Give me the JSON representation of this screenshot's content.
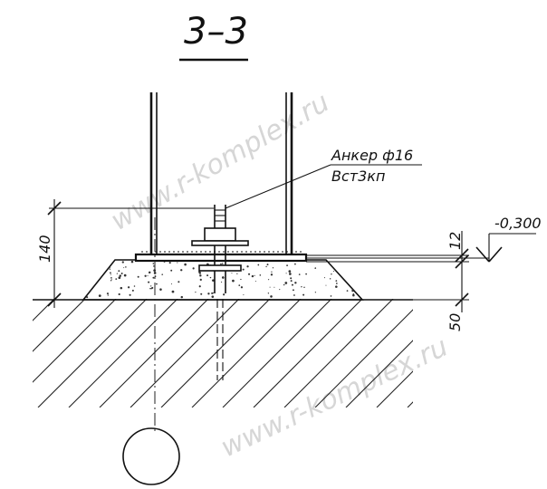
{
  "section": {
    "title": "3–3"
  },
  "anchor": {
    "line1": "Анкер ф16",
    "line2": "Вст3кп"
  },
  "elevation": {
    "value": "-0,300"
  },
  "dimensions": {
    "overall_height": "140",
    "plate_thickness": "12",
    "grout_height": "50"
  },
  "watermark": {
    "text": "www.r-komplex.ru"
  },
  "axis_marker": {
    "label": ""
  }
}
